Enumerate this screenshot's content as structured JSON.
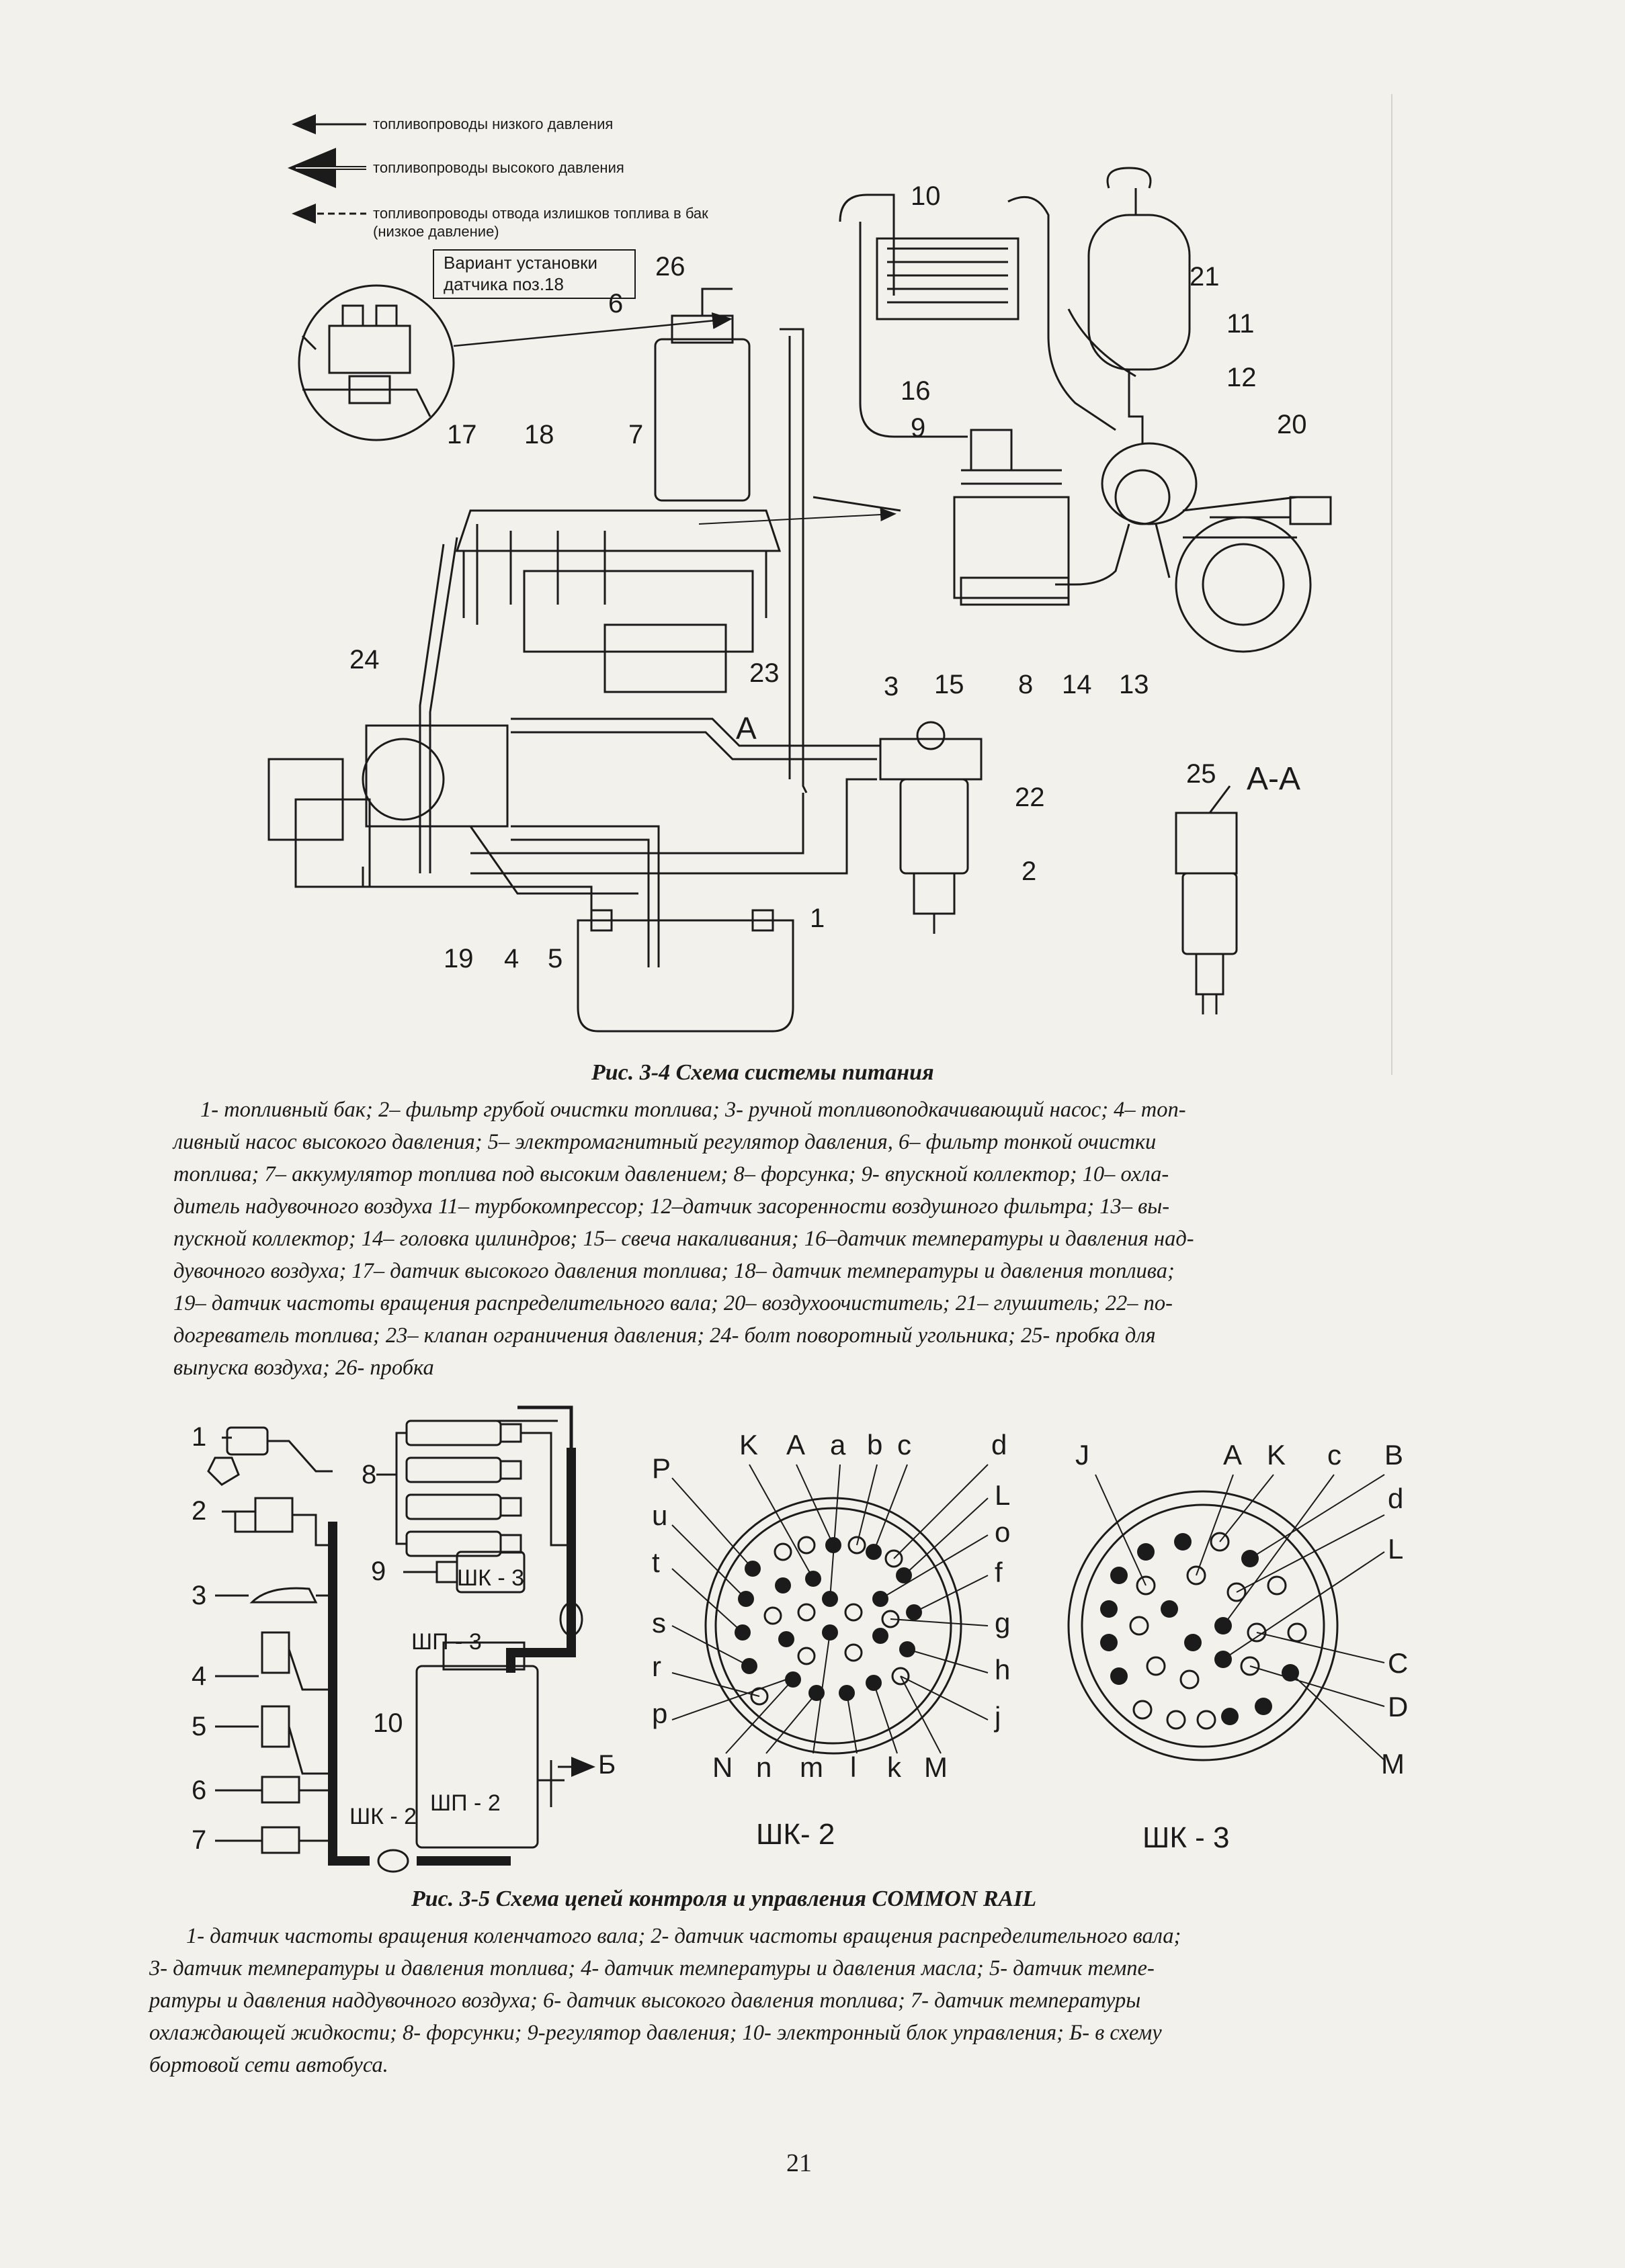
{
  "legend": {
    "low_pressure": "топливопроводы низкого давления",
    "high_pressure": "топливопроводы высокого давления",
    "excess_line1": "топливопроводы отвода излишков топлива в бак",
    "excess_line2": "(низкое давление)"
  },
  "inset_label": {
    "line1": "Вариант установки",
    "line2": "датчика поз.18"
  },
  "fig34": {
    "callouts": [
      "1",
      "2",
      "3",
      "4",
      "5",
      "6",
      "7",
      "8",
      "9",
      "10",
      "11",
      "12",
      "13",
      "14",
      "15",
      "16",
      "17",
      "18",
      "19",
      "20",
      "21",
      "22",
      "23",
      "24",
      "25",
      "26"
    ],
    "arrow_label": "A",
    "section_label": "A-A",
    "title": "Рис. 3-4  Схема системы питания",
    "caption_lines": [
      "1- топливный бак; 2– фильтр грубой очистки топлива; 3- ручной топливоподкачивающий насос; 4– топ-",
      "ливный насос высокого давления; 5– электромагнитный регулятор давления, 6– фильтр тонкой очистки",
      "топлива; 7– аккумулятор топлива под высоким давлением; 8– форсунка; 9- впускной коллектор; 10– охла-",
      "дитель надувочного воздуха 11– турбокомпрессор; 12–датчик засоренности воздушного фильтра; 13– вы-",
      "пускной коллектор; 14– головка цилиндров; 15– свеча накаливания; 16–датчик температуры и давления над-",
      "дувочного воздуха; 17– датчик высокого давления топлива; 18– датчик температуры и давления топлива;",
      "19– датчик частоты вращения распределительного вала; 20– воздухоочиститель; 21– глушитель; 22– по-",
      "догреватель топлива; 23– клапан ограничения давления; 24- болт поворотный угольника; 25- пробка для",
      "выпуска воздуха; 26- пробка"
    ]
  },
  "fig35": {
    "sensor_numbers": [
      "1",
      "2",
      "3",
      "4",
      "5",
      "6",
      "7",
      "8",
      "9",
      "10"
    ],
    "connectors": {
      "shk3": "ШК - 3",
      "shp3": "ШП - 3",
      "shk2": "ШК - 2",
      "shp2": "ШП - 2",
      "b_out": "Б"
    },
    "shk2_pins": {
      "top": [
        "K",
        "A",
        "a",
        "b",
        "c",
        "d"
      ],
      "left": [
        "P",
        "u",
        "t",
        "s",
        "r",
        "p"
      ],
      "right": [
        "L",
        "o",
        "f",
        "g",
        "h",
        "j"
      ],
      "bottom": [
        "N",
        "n",
        "m",
        "l",
        "k",
        "M"
      ],
      "label": "ШК- 2"
    },
    "shk3_pins": {
      "top": [
        "J",
        "A",
        "K",
        "c",
        "B"
      ],
      "right": [
        "d",
        "L",
        "C",
        "D",
        "M"
      ],
      "label": "ШК - 3"
    },
    "title": "Рис. 3-5  Схема цепей контроля и управления COMMON RAIL",
    "caption_lines": [
      "1- датчик частоты вращения коленчатого вала; 2- датчик частоты вращения распределительного вала;",
      "3- датчик температуры и давления топлива; 4- датчик температуры и давления масла; 5- датчик темпе-",
      "ратуры и давления наддувочного воздуха; 6- датчик высокого давления топлива; 7- датчик температуры",
      "охлаждающей жидкости; 8- форсунки; 9-регулятор давления; 10- электронный блок управления; Б- в схему",
      "бортовой сети автобуса."
    ]
  },
  "page_number": "21"
}
